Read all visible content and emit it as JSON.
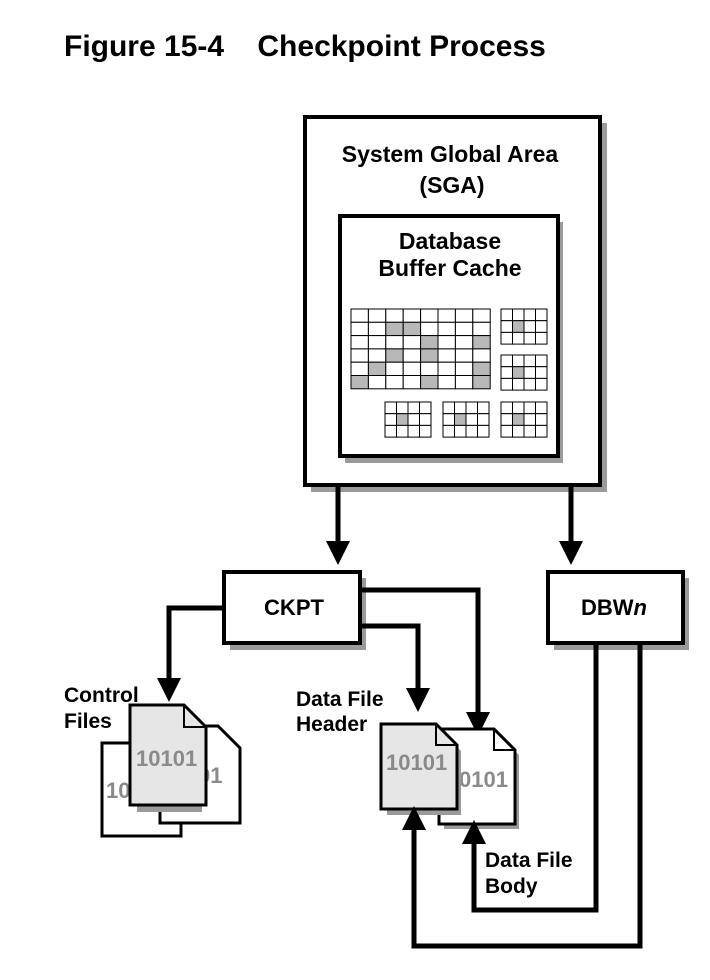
{
  "figure": {
    "title": "Figure 15-4    Checkpoint Process"
  },
  "sga": {
    "line1": "System Global Area",
    "line2": "(SGA)"
  },
  "cache": {
    "line1": "Database",
    "line2": "Buffer Cache",
    "main_grid_shaded": [
      [
        1,
        2
      ],
      [
        1,
        3
      ],
      [
        2,
        4
      ],
      [
        2,
        7
      ],
      [
        3,
        2
      ],
      [
        3,
        4
      ],
      [
        4,
        1
      ],
      [
        4,
        7
      ],
      [
        5,
        0
      ],
      [
        5,
        4
      ],
      [
        5,
        7
      ]
    ]
  },
  "processes": {
    "ckpt": "CKPT",
    "dbwn_prefix": "DBW",
    "dbwn_suffix": "n"
  },
  "control_files": {
    "line1": "Control",
    "line2": "Files",
    "front_bits": "10101",
    "back_bits": "01",
    "left_bits": "10"
  },
  "data_file_header": {
    "line1": "Data File",
    "line2": "Header",
    "bits": "10101"
  },
  "data_file_body": {
    "line1": "Data File",
    "line2": "Body",
    "bits": "0101"
  },
  "colors": {
    "shaded_cell": "#b8b8b8",
    "file_fill": "#e6e6e6",
    "shadow": "#b0b0b0"
  }
}
